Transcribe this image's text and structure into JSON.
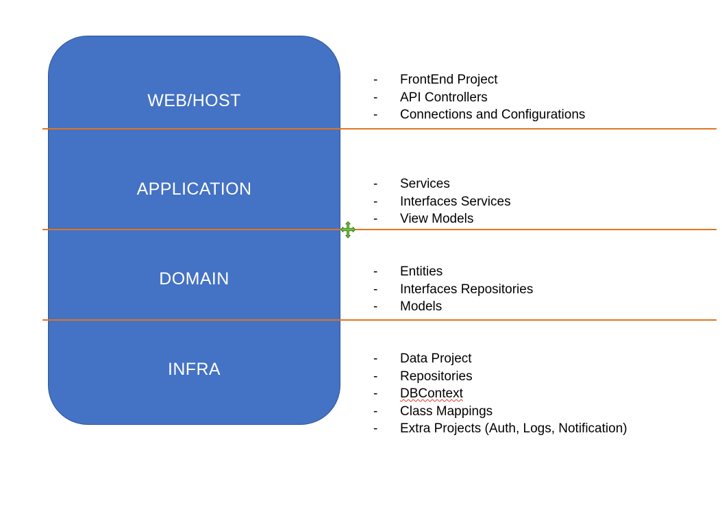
{
  "diagram": {
    "title_shape_name": "layered-architecture-stack",
    "colors": {
      "layer_fill": "#4472C4",
      "layer_border": "#2E5597",
      "divider": "#E2741E",
      "label_text": "#FFFFFF",
      "body_text": "#000000",
      "spellcheck_underline": "#E03131",
      "cursor_green": "#70C040",
      "background": "#FFFFFF"
    },
    "layers": [
      {
        "label": "WEB/HOST"
      },
      {
        "label": "APPLICATION"
      },
      {
        "label": "DOMAIN"
      },
      {
        "label": "INFRA"
      }
    ],
    "descriptions": [
      {
        "for_layer": "WEB/HOST",
        "dash": "-",
        "items": [
          {
            "text": "FrontEnd Project",
            "misspelled_prefix": "FrontEnd",
            "misspelled": true
          },
          {
            "text": "API Controllers",
            "misspelled": false
          },
          {
            "text": "Connections and Configurations",
            "misspelled": false
          }
        ]
      },
      {
        "for_layer": "APPLICATION",
        "dash": "-",
        "items": [
          {
            "text": "Services",
            "misspelled": false
          },
          {
            "text": "Interfaces Services",
            "misspelled": false
          },
          {
            "text": "View Models",
            "misspelled": false
          }
        ]
      },
      {
        "for_layer": "DOMAIN",
        "dash": "-",
        "items": [
          {
            "text": "Entities",
            "misspelled": false
          },
          {
            "text": "Interfaces Repositories",
            "misspelled": false
          },
          {
            "text": "Models",
            "misspelled": false
          }
        ]
      },
      {
        "for_layer": "INFRA",
        "dash": "-",
        "items": [
          {
            "text": "Data Project",
            "misspelled": false
          },
          {
            "text": "Repositories",
            "misspelled": false
          },
          {
            "text": "DBContext",
            "misspelled": true
          },
          {
            "text": "Class Mappings",
            "misspelled": false
          },
          {
            "text": "Extra Projects (Auth, Logs, Notification)",
            "misspelled": false
          }
        ]
      }
    ],
    "cursor": {
      "icon": "move-cursor-icon",
      "color": "#70C040"
    }
  }
}
